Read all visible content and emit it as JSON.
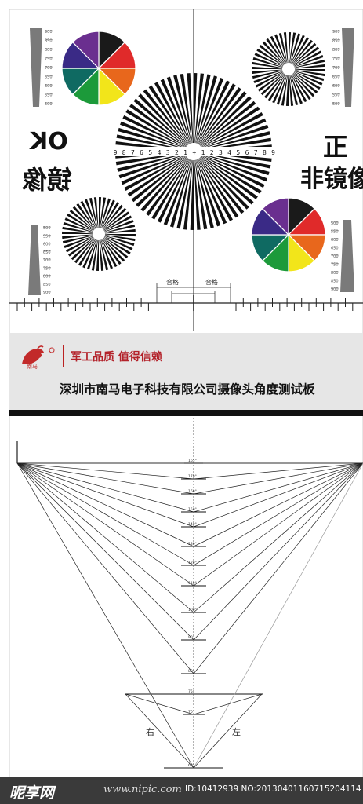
{
  "labels": {
    "ok": "OK",
    "mirror_image": "镜像",
    "zheng": "正",
    "non_mirror": "非镜像",
    "qualified_left": "合格",
    "qualified_right": "合格",
    "right_char": "右",
    "left_char": "左"
  },
  "scale_numbers": [
    "9",
    "8",
    "7",
    "6",
    "5",
    "4",
    "3",
    "2",
    "1",
    "+",
    "1",
    "2",
    "3",
    "4",
    "5",
    "6",
    "7",
    "8",
    "9"
  ],
  "gray_scale_top": [
    "900",
    "850",
    "800",
    "750",
    "700",
    "650",
    "600",
    "550",
    "500"
  ],
  "gray_scale_bottom": [
    "500",
    "550",
    "600",
    "650",
    "700",
    "750",
    "800",
    "850",
    "900"
  ],
  "angles": [
    "165°",
    "170°",
    "160°",
    "150°",
    "140°",
    "130°",
    "120°",
    "110°",
    "100°",
    "90°",
    "80°",
    "75°",
    "70°",
    "60°"
  ],
  "banner": {
    "brand": "南马",
    "slogan": "军工品质 值得信赖",
    "company": "深圳市南马电子科技有限公司摄像头角度测试板"
  },
  "watermark": {
    "brand": "昵享网",
    "url": "www.nipic.com",
    "id_text": "ID:10412939 NO:20130401160715204114"
  },
  "colors": {
    "wheel": [
      "#1a1a1a",
      "#e02a2a",
      "#e8671c",
      "#f2e51a",
      "#1c9a3a",
      "#0f6a62",
      "#3a2a86",
      "#6a2f8f"
    ],
    "slogan": "#b3222a",
    "band": "#e6e6e6"
  }
}
